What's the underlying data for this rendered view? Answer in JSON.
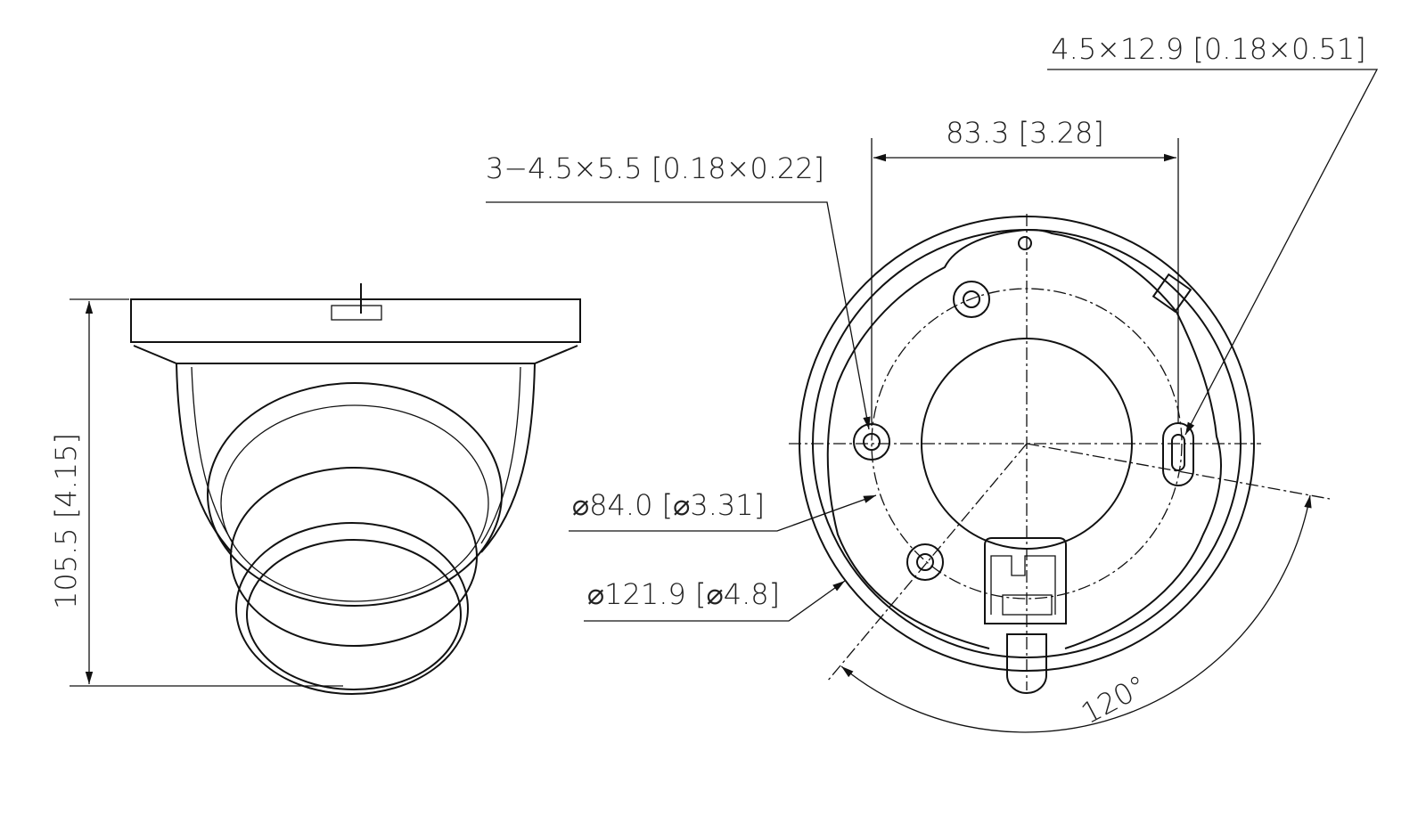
{
  "side_view": {
    "height_dimension": "105.5 [4.15]"
  },
  "bottom_view": {
    "mount_spacing": "83.3 [3.28]",
    "mount_holes": "3−4.5×5.5 [0.18×0.22]",
    "slot_hole": "4.5×12.9 [0.18×0.51]",
    "hole_circle_diameter": "⌀84.0 [⌀3.31]",
    "outer_diameter": "⌀121.9 [⌀4.8]",
    "rotation_angle": "120°"
  },
  "colors": {
    "line": "#111111",
    "background": "#ffffff"
  }
}
